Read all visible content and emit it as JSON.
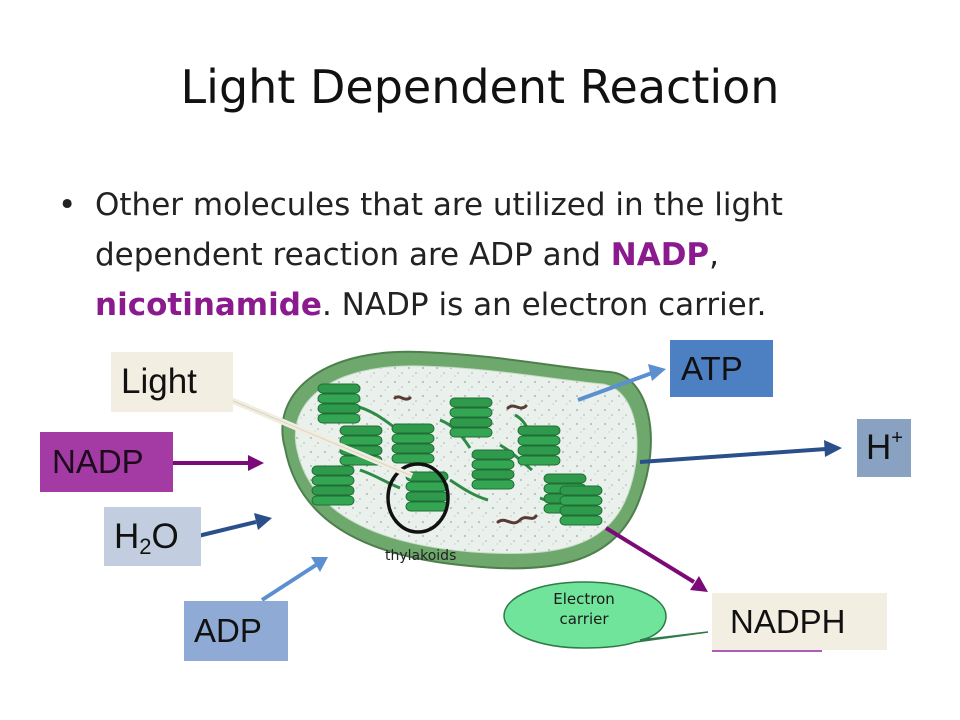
{
  "slide": {
    "title": "Light Dependent Reaction",
    "bullet": {
      "marker": "•",
      "text_1": "Other molecules that are utilized in the light dependent reaction are ADP and ",
      "highlight_1": "NADP",
      "text_2": ", ",
      "highlight_2": "nicotinamide",
      "text_3": ". NADP is an electron carrier."
    }
  },
  "diagram": {
    "labels": {
      "light": "Light",
      "nadp": "NADP",
      "h2o_h": "H",
      "h2o_sub": "2",
      "h2o_o": "O",
      "adp": "ADP",
      "atp": "ATP",
      "h_plus_h": "H",
      "h_plus_sup": "+",
      "nadph": "NADPH",
      "thylakoids": "thylakoids",
      "electron_carrier_line1": "Electron",
      "electron_carrier_line2": "carrier"
    },
    "colors": {
      "highlight_text": "#8b1a8f",
      "light_box": "#f3eee2",
      "nadp_box": "#a43ba4",
      "h2o_box": "#c2cedf",
      "adp_box": "#8faad4",
      "atp_box": "#4d80c3",
      "h_plus_box": "#8aa2c1",
      "nadph_box": "#f3eee2",
      "bubble_fill": "#6fe49a",
      "chloroplast_outer": "#6fa86d",
      "granum_fill": "#2f9a4c",
      "purple_arrow": "#7a0a78",
      "blue_arrow": "#2a4f8a",
      "light_blue_arrow": "#5c8fd0"
    }
  }
}
